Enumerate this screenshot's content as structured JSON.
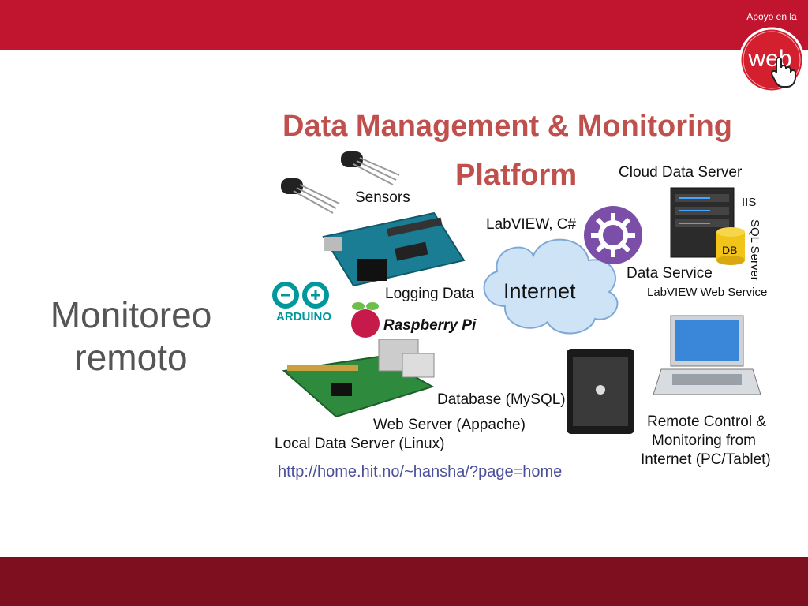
{
  "header": {
    "badge_caption": "Apoyo en la",
    "badge_word": "web"
  },
  "slide": {
    "title_line1": "Monitoreo",
    "title_line2": "remoto"
  },
  "diagram": {
    "title_line1": "Data Management & Monitoring",
    "title_line2": "Platform",
    "labels": {
      "sensors": "Sensors",
      "labview": "LabVIEW, C#",
      "cloud": "Cloud Data Server",
      "iis": "IIS",
      "sql": "SQL Server",
      "db": "DB",
      "data_service": "Data Service",
      "labview_ws": "LabVIEW Web Service",
      "internet": "Internet",
      "logging": "Logging Data",
      "arduino": "ARDUINO",
      "raspberry": "Raspberry Pi",
      "database": "Database (MySQL)",
      "webserver": "Web Server (Appache)",
      "localserver": "Local Data Server (Linux)",
      "remote1": "Remote Control &",
      "remote2": "Monitoring from",
      "remote3": "Internet (PC/Tablet)",
      "url": "http://home.hit.no/~hansha/?page=home"
    }
  },
  "colors": {
    "top_bar": "#c1152f",
    "bottom_bar": "#7e0f1f",
    "title": "#c0504d",
    "arduino": "#00979d"
  }
}
